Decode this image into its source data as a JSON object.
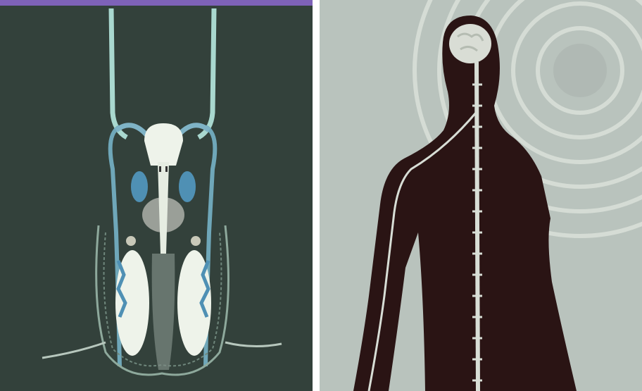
{
  "image": {
    "panels": [
      {
        "id": "left",
        "subject": "anatomical-illustration-male-reproductive-system",
        "colors": {
          "background": "#33413b",
          "accent_bar": "#7e62b8",
          "duct": "#6fa7b9",
          "duct_light": "#a9d8cf",
          "organ_white": "#eef3ea",
          "organ_gray": "#9a9f98"
        }
      },
      {
        "id": "right",
        "subject": "anatomical-illustration-human-silhouette-spinal-cord",
        "colors": {
          "background": "#b9c3bd",
          "silhouette": "#2a1414",
          "nerve": "#d8ded6",
          "ring": "#dfe5dd"
        }
      }
    ]
  }
}
